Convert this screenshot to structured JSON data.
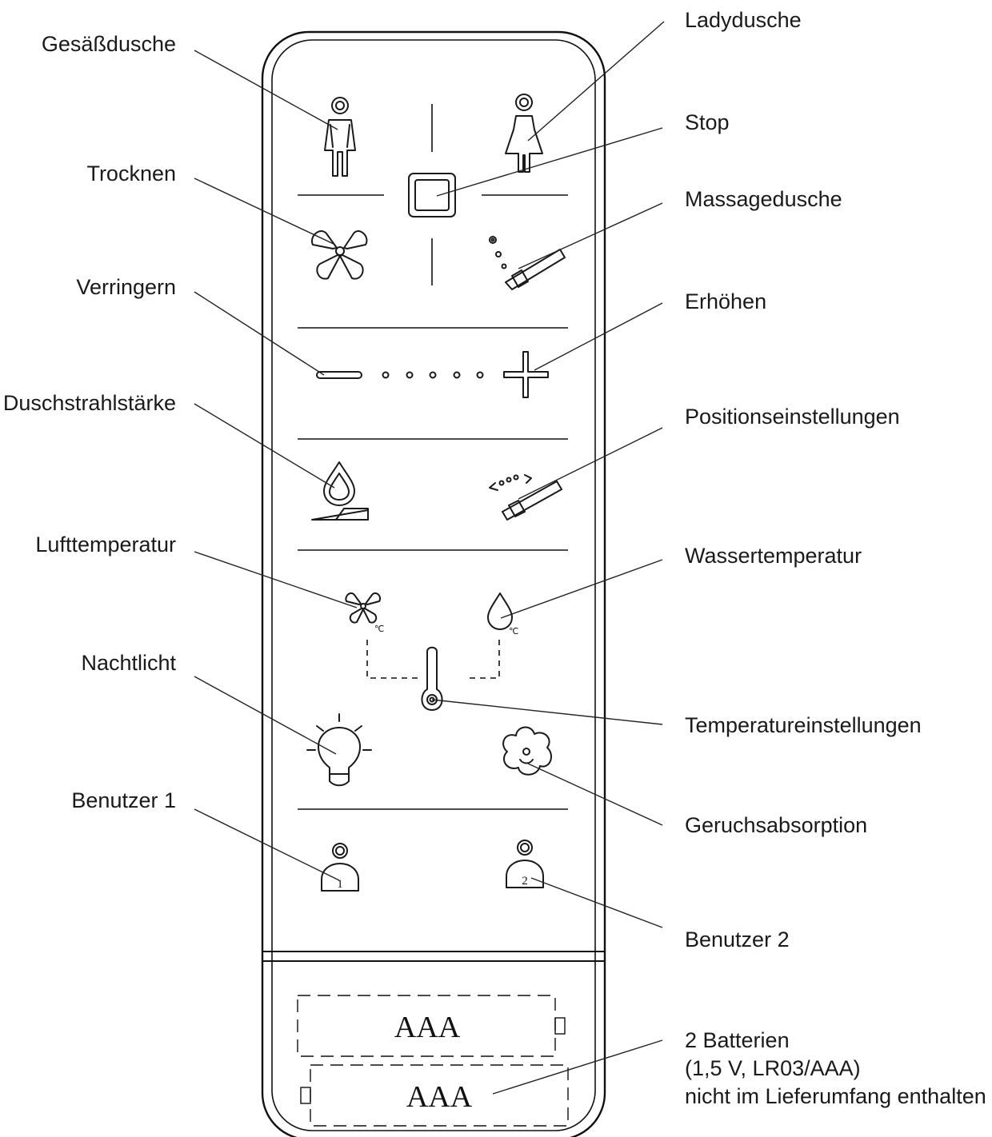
{
  "labels": {
    "gesaessdusche": "Gesäßdusche",
    "ladydusche": "Ladydusche",
    "stop": "Stop",
    "trocknen": "Trocknen",
    "massagedusche": "Massagedusche",
    "verringern": "Verringern",
    "erhoehen": "Erhöhen",
    "duschstrahlstaerke": "Duschstrahlstärke",
    "positionseinstellungen": "Positionseinstellungen",
    "lufttemperatur": "Lufttemperatur",
    "wassertemperatur": "Wassertemperatur",
    "nachtlicht": "Nachtlicht",
    "temperatureinstellungen": "Temperatureinstellungen",
    "geruchsabsorption": "Geruchsabsorption",
    "benutzer1": "Benutzer 1",
    "benutzer2": "Benutzer 2",
    "batterien_line1": "2 Batterien",
    "batterien_line2": "(1,5 V, LR03/AAA)",
    "batterien_line3": "nicht im Lieferumfang enthalten"
  },
  "device": {
    "battery_1": "AAA",
    "battery_2": "AAA",
    "user_1_number": "1",
    "user_2_number": "2",
    "temp_unit": "℃"
  },
  "icons": [
    "male-figure-icon",
    "female-figure-icon",
    "stop-square-icon",
    "fan-icon",
    "massage-nozzle-icon",
    "minus-icon",
    "plus-icon",
    "water-drop-icon",
    "position-nozzle-icon",
    "fan-temperature-icon",
    "drop-temperature-icon",
    "thermometer-icon",
    "light-bulb-icon",
    "flower-icon",
    "user-1-icon",
    "user-2-icon"
  ]
}
